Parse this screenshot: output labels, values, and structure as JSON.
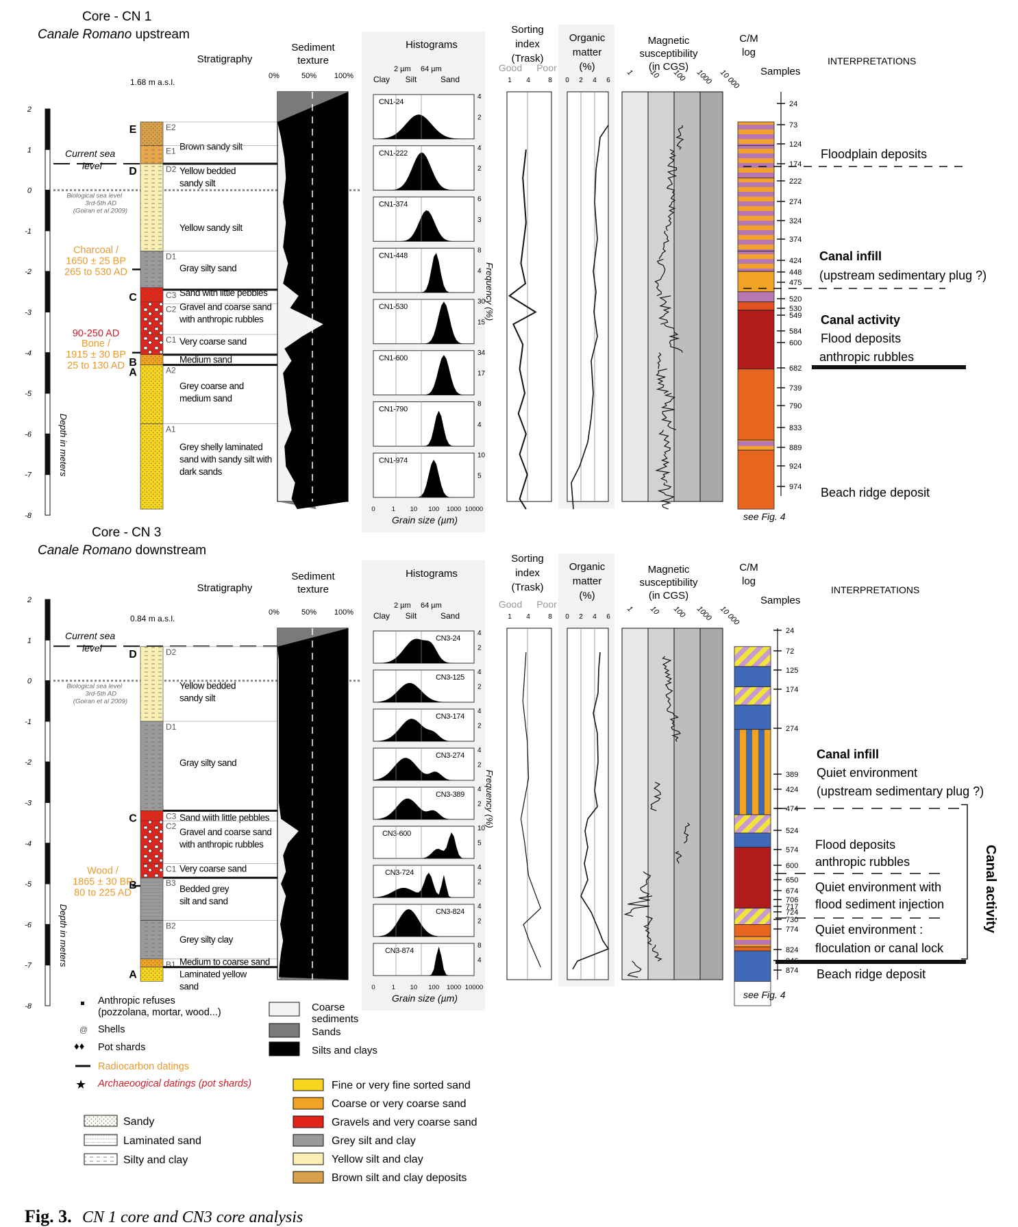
{
  "cn1": {
    "title": "Core - CN 1",
    "subtitle_it": "Canale Romano",
    "subtitle": "upstream",
    "elev": "1.68 m a.s.l.",
    "depth_ticks": [
      "2",
      "1",
      "0",
      "-1",
      "-2",
      "-3",
      "-4",
      "-5",
      "-6",
      "-7",
      "-8"
    ],
    "depth_label": "Depth in meters",
    "current_sea": [
      "Current sea",
      "level"
    ],
    "bio_sea": [
      "Biological sea level",
      "3rd-5th AD",
      "(Goiran et al 2009)"
    ],
    "units": [
      {
        "letter": "E",
        "sub": "E2",
        "text": [
          "Brown sandy silt"
        ]
      },
      {
        "letter": "",
        "sub": "E1",
        "text": [
          "Yellow bedded",
          "sandy silt"
        ]
      },
      {
        "letter": "D",
        "sub": "D2",
        "text": [
          "Yellow sandy silt"
        ]
      },
      {
        "letter": "",
        "sub": "D1",
        "text": [
          "Gray silty sand"
        ]
      },
      {
        "letter": "C",
        "sub": "C3",
        "text": [
          "Sand with little pebbles"
        ]
      },
      {
        "letter": "",
        "sub": "C2",
        "text": [
          "Gravel and coarse sand",
          "with anthropic rubbles"
        ]
      },
      {
        "letter": "",
        "sub": "C1",
        "text": [
          "Very coarse sand"
        ]
      },
      {
        "letter": "B",
        "sub": "",
        "text": [
          "Medium sand"
        ]
      },
      {
        "letter": "A",
        "sub": "A2",
        "text": [
          "Grey coarse and",
          "medium sand"
        ]
      },
      {
        "letter": "",
        "sub": "A1",
        "text": [
          "Grey shelly laminated",
          "sand with sandy silt with",
          "dark sands"
        ]
      }
    ],
    "dates": [
      {
        "lines": [
          "Charcoal /",
          "1650 ± 25 BP",
          "265 to 530 AD"
        ],
        "color": "#e89a2c"
      },
      {
        "lines": [
          "90-250 AD"
        ],
        "color": "#c8202a"
      },
      {
        "lines": [
          "Bone /",
          "1915 ± 30 BP",
          "25 to 130 AD"
        ],
        "color": "#e89a2c"
      }
    ],
    "hist_labels": [
      "CN1-24",
      "CN1-222",
      "CN1-374",
      "CN1-448",
      "CN1-530",
      "CN1-600",
      "CN1-790",
      "CN1-974"
    ],
    "hist_freq": [
      [
        "4",
        "2"
      ],
      [
        "4",
        "2"
      ],
      [
        "6",
        "3"
      ],
      [
        "8",
        "4"
      ],
      [
        "30",
        "15"
      ],
      [
        "34",
        "17"
      ],
      [
        "8",
        "4"
      ],
      [
        "10",
        "5"
      ]
    ],
    "samples": [
      "24",
      "73",
      "124",
      "174",
      "222",
      "274",
      "324",
      "374",
      "424",
      "448",
      "475",
      "520",
      "530",
      "549",
      "584",
      "600",
      "682",
      "739",
      "790",
      "833",
      "889",
      "924",
      "974"
    ],
    "interp": [
      {
        "text": "Floodplain deposits",
        "bold": false
      },
      {
        "text": "Canal infill",
        "bold": true
      },
      {
        "text": "(upstream sedimentary plug ?)",
        "bold": false
      },
      {
        "text": "Canal activity",
        "bold": true
      },
      {
        "text": "Flood deposits",
        "bold": false
      },
      {
        "text": "anthropic rubbles",
        "bold": false
      },
      {
        "text": "Beach ridge deposit",
        "bold": false
      }
    ],
    "see_fig": "see Fig. 4"
  },
  "cn3": {
    "title": "Core - CN 3",
    "subtitle_it": "Canale Romano",
    "subtitle": "downstream",
    "elev": "0.84 m a.s.l.",
    "depth_ticks": [
      "2",
      "1",
      "0",
      "-1",
      "-2",
      "-3",
      "-4",
      "-5",
      "-6",
      "-7",
      "-8"
    ],
    "depth_label": "Depth in meters",
    "current_sea": [
      "Current sea",
      "level"
    ],
    "bio_sea": [
      "Biological sea level",
      "3rd-5th AD",
      "(Goiran et al 2009)"
    ],
    "units": [
      {
        "letter": "D",
        "sub": "D2",
        "text": [
          "Yellow bedded",
          "sandy silt"
        ]
      },
      {
        "letter": "",
        "sub": "D1",
        "text": [
          "Gray silty sand"
        ]
      },
      {
        "letter": "C",
        "sub": "C3",
        "text": [
          "Sand wiith little pebbles"
        ]
      },
      {
        "letter": "",
        "sub": "C2",
        "text": [
          "Gravel and coarse sand",
          "with anthropic rubbles"
        ]
      },
      {
        "letter": "",
        "sub": "C1",
        "text": [
          "Very coarse sand"
        ]
      },
      {
        "letter": "B",
        "sub": "B3",
        "text": [
          "Bedded grey",
          "silt and sand"
        ]
      },
      {
        "letter": "",
        "sub": "B2",
        "text": [
          "Grey silty clay"
        ]
      },
      {
        "letter": "",
        "sub": "B1",
        "text": [
          "Medium to coarse sand"
        ]
      },
      {
        "letter": "A",
        "sub": "",
        "text": [
          "Laminated yellow",
          "sand"
        ]
      }
    ],
    "dates": [
      {
        "lines": [
          "Wood /",
          "1865 ± 30 BP",
          "80 to 225 AD"
        ],
        "color": "#e89a2c"
      }
    ],
    "hist_labels": [
      "CN3-24",
      "CN3-125",
      "CN3-174",
      "CN3-274",
      "CN3-389",
      "CN3-600",
      "CN3-724",
      "CN3-824",
      "CN3-874"
    ],
    "hist_freq": [
      [
        "4",
        "2"
      ],
      [
        "4",
        "2"
      ],
      [
        "4",
        "2"
      ],
      [
        "4",
        "2"
      ],
      [
        "4",
        "2"
      ],
      [
        "10",
        "5"
      ],
      [
        "4",
        "2"
      ],
      [
        "4",
        "2"
      ],
      [
        "8",
        "4"
      ]
    ],
    "samples": [
      "24",
      "72",
      "125",
      "174",
      "274",
      "389",
      "424",
      "474",
      "524",
      "574",
      "600",
      "650",
      "674",
      "706",
      "717",
      "724",
      "730",
      "774",
      "824",
      "846",
      "874"
    ],
    "interp": [
      {
        "text": "Canal infill",
        "bold": true
      },
      {
        "text": "Quiet environment",
        "bold": false
      },
      {
        "text": "(upstream sedimentary plug ?)",
        "bold": false
      },
      {
        "text": "Flood deposits",
        "bold": false
      },
      {
        "text": "anthropic rubbles",
        "bold": false
      },
      {
        "text": "Quiet environment with",
        "bold": false
      },
      {
        "text": "flood sediment injection",
        "bold": false
      },
      {
        "text": "Quiet environment :",
        "bold": false
      },
      {
        "text": "floculation or canal lock",
        "bold": false
      },
      {
        "text": "Beach ridge deposit",
        "bold": false
      }
    ],
    "canal_activity": "Canal activity",
    "see_fig": "see Fig. 4"
  },
  "headers": {
    "stratigraphy": "Stratigraphy",
    "sediment": [
      "Sediment",
      "texture"
    ],
    "pct": [
      "0%",
      "50%",
      "100%"
    ],
    "histograms": "Histograms",
    "hist_top": [
      "2 µm",
      "64 µm"
    ],
    "hist_classes": [
      "Clay",
      "Silt",
      "Sand"
    ],
    "hist_x": [
      "0",
      "1",
      "10",
      "100",
      "1000",
      "10000"
    ],
    "grain_size": "Grain size (µm)",
    "frequency": "Frequency (%)",
    "sorting": [
      "Sorting",
      "index",
      "(Trask)"
    ],
    "good_poor": [
      "Good",
      "Poor"
    ],
    "sort_ticks": [
      "1",
      "4",
      "8"
    ],
    "organic": [
      "Organic",
      "matter",
      "(%)"
    ],
    "org_ticks": [
      "0",
      "2",
      "4",
      "6"
    ],
    "magnetic": [
      "Magnetic",
      "susceptibility",
      "(in CGS)"
    ],
    "mag_ticks": [
      "1",
      "10",
      "100",
      "1000",
      "10 000"
    ],
    "cm": [
      "C/M",
      "log"
    ],
    "samples": "Samples",
    "interpretations": "INTERPRETATIONS"
  },
  "legend": {
    "symbols": [
      "Anthropic refuses",
      "(pozzolana, mortar, wood...)",
      "Shells",
      "Pot shards",
      "Radiocarbon datings",
      "Archaeoogical datings (pot shards)"
    ],
    "texture": [
      "Coarse",
      "sediments",
      "Sands",
      "Silts and clays"
    ],
    "lith": [
      "Sandy",
      "Laminated sand",
      "Silty and clay"
    ],
    "colors": [
      {
        "label": "Fine or very fine sorted sand",
        "color": "#f6d51f"
      },
      {
        "label": "Coarse or very coarse sand",
        "color": "#f0a325"
      },
      {
        "label": "Gravels and very coarse sand",
        "color": "#e2231c"
      },
      {
        "label": "Grey silt and clay",
        "color": "#9a9a9a"
      },
      {
        "label": "Yellow silt and clay",
        "color": "#fbf0b4"
      },
      {
        "label": "Brown silt and clay deposits",
        "color": "#d8a04b"
      }
    ]
  },
  "caption": {
    "fig": "Fig. 3.",
    "text": "CN 1 core and CN3 core analysis"
  }
}
